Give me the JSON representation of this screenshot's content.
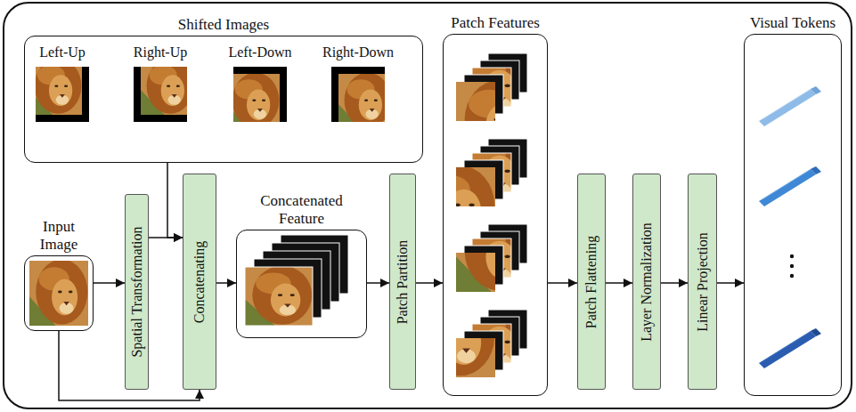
{
  "diagram": {
    "nodes": [
      {
        "text": [
          "Shifted Images"
        ]
      },
      {
        "text": [
          "Input Image"
        ]
      },
      {
        "text": [
          "Spatial Transformation"
        ]
      },
      {
        "text": [
          "Concatenating"
        ]
      },
      {
        "text": [
          "Concatenated Feature"
        ]
      },
      {
        "text": [
          "Patch Partition"
        ]
      },
      {
        "text": [
          "Patch Features"
        ]
      },
      {
        "text": [
          "Patch Flattening"
        ]
      },
      {
        "text": [
          "Layer Normalization"
        ]
      },
      {
        "text": [
          "Linear Projection"
        ]
      },
      {
        "text": [
          "Visual Tokens"
        ]
      }
    ],
    "edges": [
      {
        "from": 1,
        "to": 2,
        "arrow": "to"
      },
      {
        "from": 2,
        "to": 3,
        "arrow": "to"
      },
      {
        "from": 0,
        "to": 3,
        "arrow": "to"
      },
      {
        "from": 1,
        "to": 3,
        "arrow": "to"
      },
      {
        "from": 3,
        "to": 4,
        "arrow": "to"
      },
      {
        "from": 4,
        "to": 5,
        "arrow": "to"
      },
      {
        "from": 5,
        "to": 6,
        "arrow": "to"
      },
      {
        "from": 6,
        "to": 7,
        "arrow": "to"
      },
      {
        "from": 7,
        "to": 8,
        "arrow": "to"
      },
      {
        "from": 8,
        "to": 9,
        "arrow": "to"
      },
      {
        "from": 9,
        "to": 10,
        "arrow": "to"
      }
    ],
    "labels": [
      "Left-Up",
      "Right-Up",
      "Left-Down",
      "Right-Down"
    ]
  }
}
